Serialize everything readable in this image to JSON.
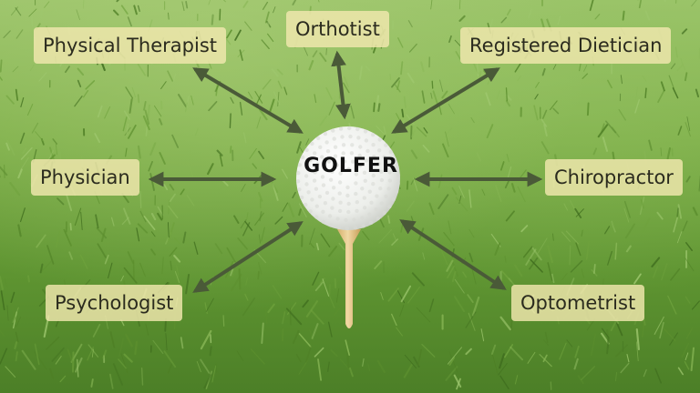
{
  "diagram": {
    "center": {
      "label": "GOLFER"
    },
    "nodes": [
      {
        "id": "physical-therapist",
        "label": "Physical Therapist",
        "position": "top-left"
      },
      {
        "id": "orthotist",
        "label": "Orthotist",
        "position": "top"
      },
      {
        "id": "registered-dietician",
        "label": "Registered Dietician",
        "position": "top-right"
      },
      {
        "id": "physician",
        "label": "Physician",
        "position": "left"
      },
      {
        "id": "chiropractor",
        "label": "Chiropractor",
        "position": "right"
      },
      {
        "id": "psychologist",
        "label": "Psychologist",
        "position": "bottom-left"
      },
      {
        "id": "optometrist",
        "label": "Optometrist",
        "position": "bottom-right"
      }
    ],
    "edges": [
      {
        "from": "golfer",
        "to": "physical-therapist",
        "direction": "both"
      },
      {
        "from": "golfer",
        "to": "orthotist",
        "direction": "both"
      },
      {
        "from": "golfer",
        "to": "registered-dietician",
        "direction": "both"
      },
      {
        "from": "golfer",
        "to": "physician",
        "direction": "both"
      },
      {
        "from": "golfer",
        "to": "chiropractor",
        "direction": "both"
      },
      {
        "from": "golfer",
        "to": "psychologist",
        "direction": "both"
      },
      {
        "from": "golfer",
        "to": "optometrist",
        "direction": "both"
      }
    ]
  },
  "colors": {
    "arrow": "#4a5a38",
    "label_background": "#f2e8af",
    "ball": "#f4f5f2",
    "tee": "#e8c98a"
  }
}
